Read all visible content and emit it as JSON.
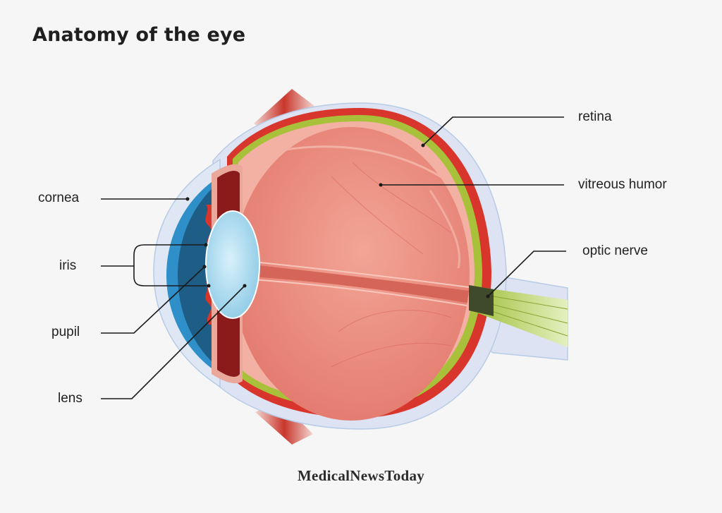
{
  "title": "Anatomy of the eye",
  "labels": {
    "cornea": "cornea",
    "iris": "iris",
    "pupil": "pupil",
    "lens": "lens",
    "retina": "retina",
    "vitreous_humor": "vitreous humor",
    "optic_nerve": "optic nerve"
  },
  "brand": "MedicalNewsToday",
  "colors": {
    "background": "#f6f6f6",
    "sclera_outer": "#dde3f2",
    "choroid": "#d8352d",
    "retina_layer": "#a9c13a",
    "vitreous": "#e8867b",
    "cornea_blue": "#2f8fc8",
    "lens": "#a9dcf0",
    "optic_nerve": "#b8d44a",
    "leader_line": "#1a1a1a"
  }
}
